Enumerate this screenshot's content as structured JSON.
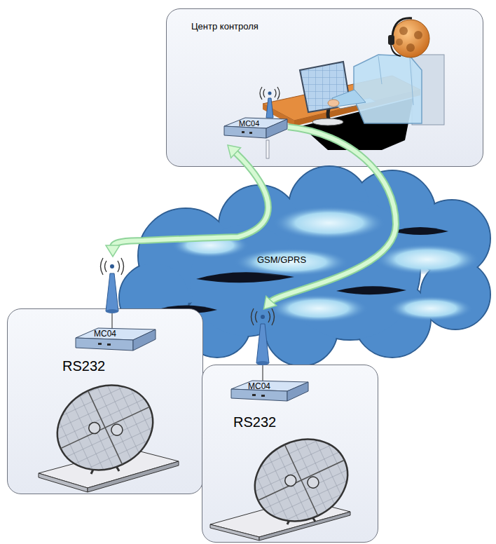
{
  "diagram": {
    "nodes": [
      {
        "text": [
          "Центр контроля"
        ]
      },
      {
        "text": [
          "MC04"
        ],
        "in": 0
      },
      {
        "text": [
          "GSM/GPRS"
        ]
      },
      {
        "text": [
          "RS232"
        ]
      },
      {
        "text": [
          "MC04"
        ],
        "in": 3
      },
      {
        "text": [
          "RS232"
        ]
      },
      {
        "text": [
          "MC04"
        ],
        "in": 5
      }
    ],
    "edges": [
      {
        "from": 1,
        "to": 4,
        "arrow": "both"
      },
      {
        "from": 1,
        "to": 6,
        "arrow": "to"
      }
    ]
  }
}
